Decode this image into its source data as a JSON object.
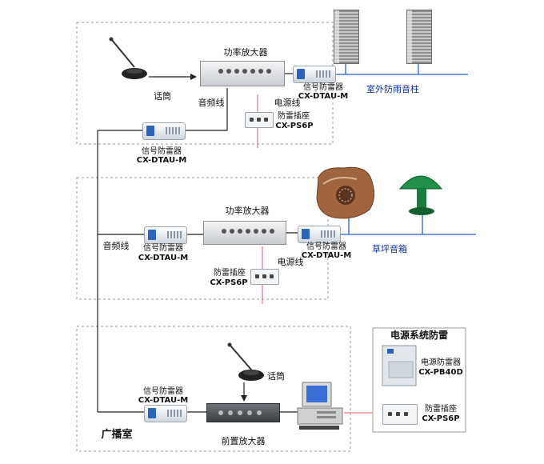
{
  "top_section": {
    "amplifier_label": "功率放大器",
    "mic_label": "话筒",
    "audio_line_label": "音频线",
    "power_line_label": "电源线",
    "signal_arrester_right": {
      "name": "信号防雷器",
      "model": "CX-DTAU-M"
    },
    "speakers_label": "室外防雨音柱",
    "socket": {
      "name": "防雷插座",
      "model": "CX-PS6P"
    },
    "signal_arrester_left": {
      "name": "信号防雷器",
      "model": "CX-DTAU-M"
    }
  },
  "middle_section": {
    "amplifier_label": "功率放大器",
    "audio_line_label": "音频线",
    "signal_arrester_left": {
      "name": "信号防雷器",
      "model": "CX-DTAU-M"
    },
    "power_line_label": "电源线",
    "signal_arrester_right": {
      "name": "信号防雷器",
      "model": "CX-DTAU-M"
    },
    "speakers_label": "草坪音箱",
    "socket": {
      "name": "防雷插座",
      "model": "CX-PS6P"
    }
  },
  "bottom_section": {
    "room_label": "广播室",
    "mic_label": "话筒",
    "signal_arrester": {
      "name": "信号防雷器",
      "model": "CX-DTAU-M"
    },
    "preamp_label": "前置放大器"
  },
  "power_panel": {
    "title": "电源系统防雷",
    "power_arrester": {
      "name": "电源防雷器",
      "model": "CX-PB40D"
    },
    "socket": {
      "name": "防雷插座",
      "model": "CX-PS6P"
    }
  },
  "colors": {
    "wire": "#222222",
    "speaker_line": "#2d62c8",
    "power_line": "#e07a86",
    "dash": "#9a9a9a"
  }
}
